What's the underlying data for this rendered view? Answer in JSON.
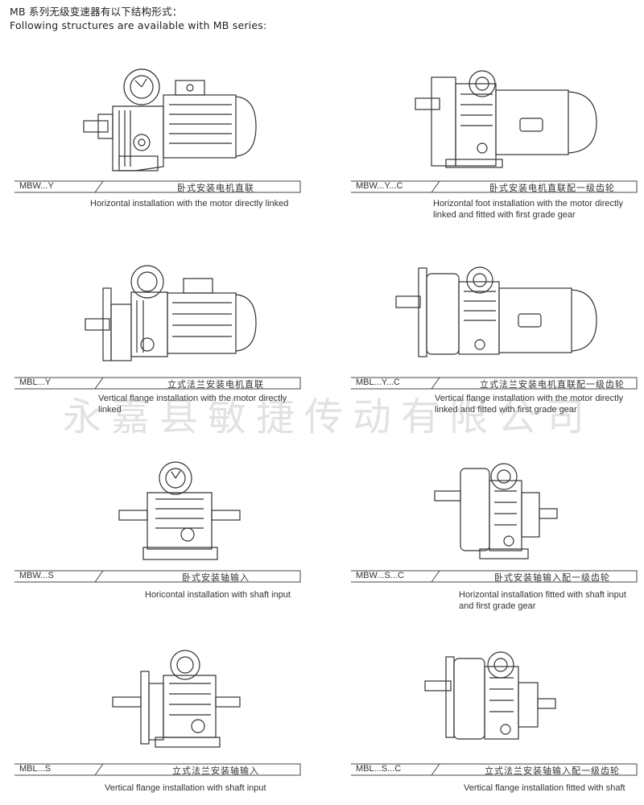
{
  "header": {
    "title_cn": "MB 系列无级变速器有以下结构形式：",
    "title_en": "Following structures are available with MB series:"
  },
  "watermark": "永嘉县敏捷传动有限公司",
  "items": [
    {
      "code": "MBW...Y",
      "cn": "卧式安装电机直联",
      "en": "Horizontal installation with the motor directly linked"
    },
    {
      "code": "MBW...Y...C",
      "cn": "卧式安装电机直联配一级齿轮",
      "en": "Horizontal foot installation with the motor directly linked and fitted with first grade gear"
    },
    {
      "code": "MBL...Y",
      "cn": "立式法兰安装电机直联",
      "en": "Vertical flange installation with the motor directly linked"
    },
    {
      "code": "MBL...Y...C",
      "cn": "立式法兰安装电机直联配一级齿轮",
      "en": "Vertical flange installation with the motor directly linked and fitted with first grade gear"
    },
    {
      "code": "MBW...S",
      "cn": "卧式安装轴输入",
      "en": "Horicontal installation with shaft input"
    },
    {
      "code": "MBW...S...C",
      "cn": "卧式安装轴输入配一级齿轮",
      "en": "Horizontal installation fitted with shaft input and first grade gear"
    },
    {
      "code": "MBL...S",
      "cn": "立式法兰安装轴输入",
      "en": "Vertical flange installation with shaft input"
    },
    {
      "code": "MBL...S...C",
      "cn": "立式法兰安装轴输入配一级齿轮",
      "en": "Vertical flange installation fitted with shaft"
    }
  ]
}
